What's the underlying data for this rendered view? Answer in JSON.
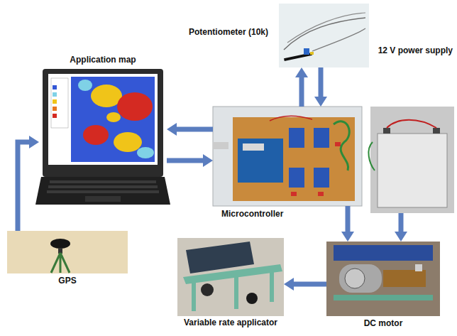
{
  "diagram": {
    "nodes": [
      {
        "text": [
          "Potentiometer (10k)"
        ]
      },
      {
        "text": [
          "Application map"
        ]
      },
      {
        "text": [
          "12 V power supply"
        ]
      },
      {
        "text": [
          "Microcontroller"
        ]
      },
      {
        "text": [
          "GPS"
        ]
      },
      {
        "text": [
          "Variable rate applicator"
        ]
      },
      {
        "text": [
          "DC motor"
        ]
      }
    ],
    "edges": [
      {
        "from": 3,
        "to": 0,
        "arrow": "to"
      },
      {
        "from": 0,
        "to": 3,
        "arrow": "to"
      },
      {
        "from": 3,
        "to": 1,
        "arrow": "to"
      },
      {
        "from": 1,
        "to": 3,
        "arrow": "to"
      },
      {
        "from": 4,
        "to": 1,
        "arrow": "to"
      },
      {
        "from": 3,
        "to": 6,
        "arrow": "to"
      },
      {
        "from": 2,
        "to": 6,
        "arrow": "to"
      },
      {
        "from": 6,
        "to": 5,
        "arrow": "to"
      }
    ]
  }
}
